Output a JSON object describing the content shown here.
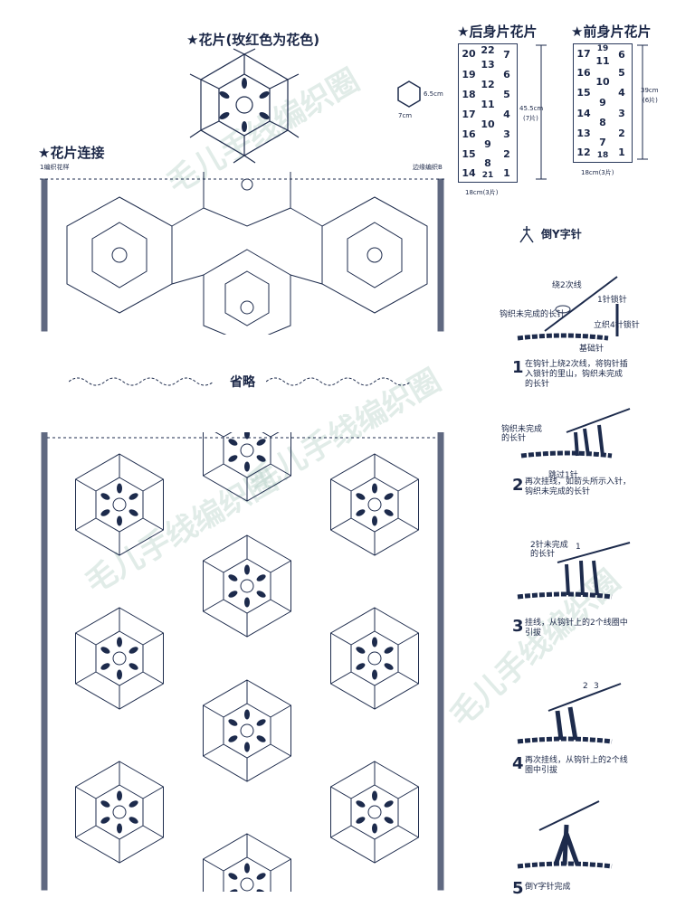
{
  "motif": {
    "title": "★花片(玫红色为花色)",
    "hex_width": "7cm",
    "hex_height": "6.5cm"
  },
  "back_panel": {
    "title": "★后身片花片",
    "height_label": "45.5cm",
    "height_sub": "(7片)",
    "width_label": "18cm(3片)",
    "numbers": [
      "20",
      "22",
      "7",
      "19",
      "13",
      "6",
      "18",
      "12",
      "5",
      "11",
      "17",
      "10",
      "4",
      "16",
      "3",
      "9",
      "15",
      "2",
      "8",
      "14",
      "21",
      "1"
    ]
  },
  "front_panel": {
    "title": "★前身片花片",
    "height_label": "39cm",
    "height_sub": "(6片)",
    "width_label": "18cm(3片)",
    "numbers": [
      "17",
      "19",
      "6",
      "11",
      "16",
      "5",
      "10",
      "15",
      "4",
      "9",
      "14",
      "3",
      "8",
      "13",
      "2",
      "7",
      "12",
      "18",
      "1"
    ]
  },
  "joining": {
    "title": "★花片连接",
    "left_note": "1编织花样",
    "right_note": "边缘编织B",
    "omit_label": "省略"
  },
  "technique": {
    "title": "倒Y字针",
    "labels": {
      "wrap_twice": "绕2次线",
      "one_chain": "1针锁针",
      "unfinished_dc": "钩织未完成的长针",
      "stand_4_chain": "立织4针锁针",
      "base_st": "基础针",
      "unfinished_dc2": "钩织未完成\n的长针",
      "skip_1": "跳过1针",
      "two_unfinished": "2针未完成\n的长针",
      "n1": "1",
      "n2": "2",
      "n3": "3"
    },
    "steps": [
      {
        "num": "1",
        "text": "在钩针上绕2次线，将钩针插\n入锁针的里山，钩织未完成\n的长针"
      },
      {
        "num": "2",
        "text": "再次挂线，如箭头所示入针，\n钩织未完成的长针"
      },
      {
        "num": "3",
        "text": "挂线，从钩针上的2个线圈中\n引拔"
      },
      {
        "num": "4",
        "text": "再次挂线，从钩针上的2个线\n圈中引拔"
      },
      {
        "num": "5",
        "text": "倒Y字针完成"
      }
    ]
  },
  "watermark": "毛儿手线编织圈",
  "colors": {
    "ink": "#1d2b4c",
    "watermark": "#a9c7bd"
  }
}
